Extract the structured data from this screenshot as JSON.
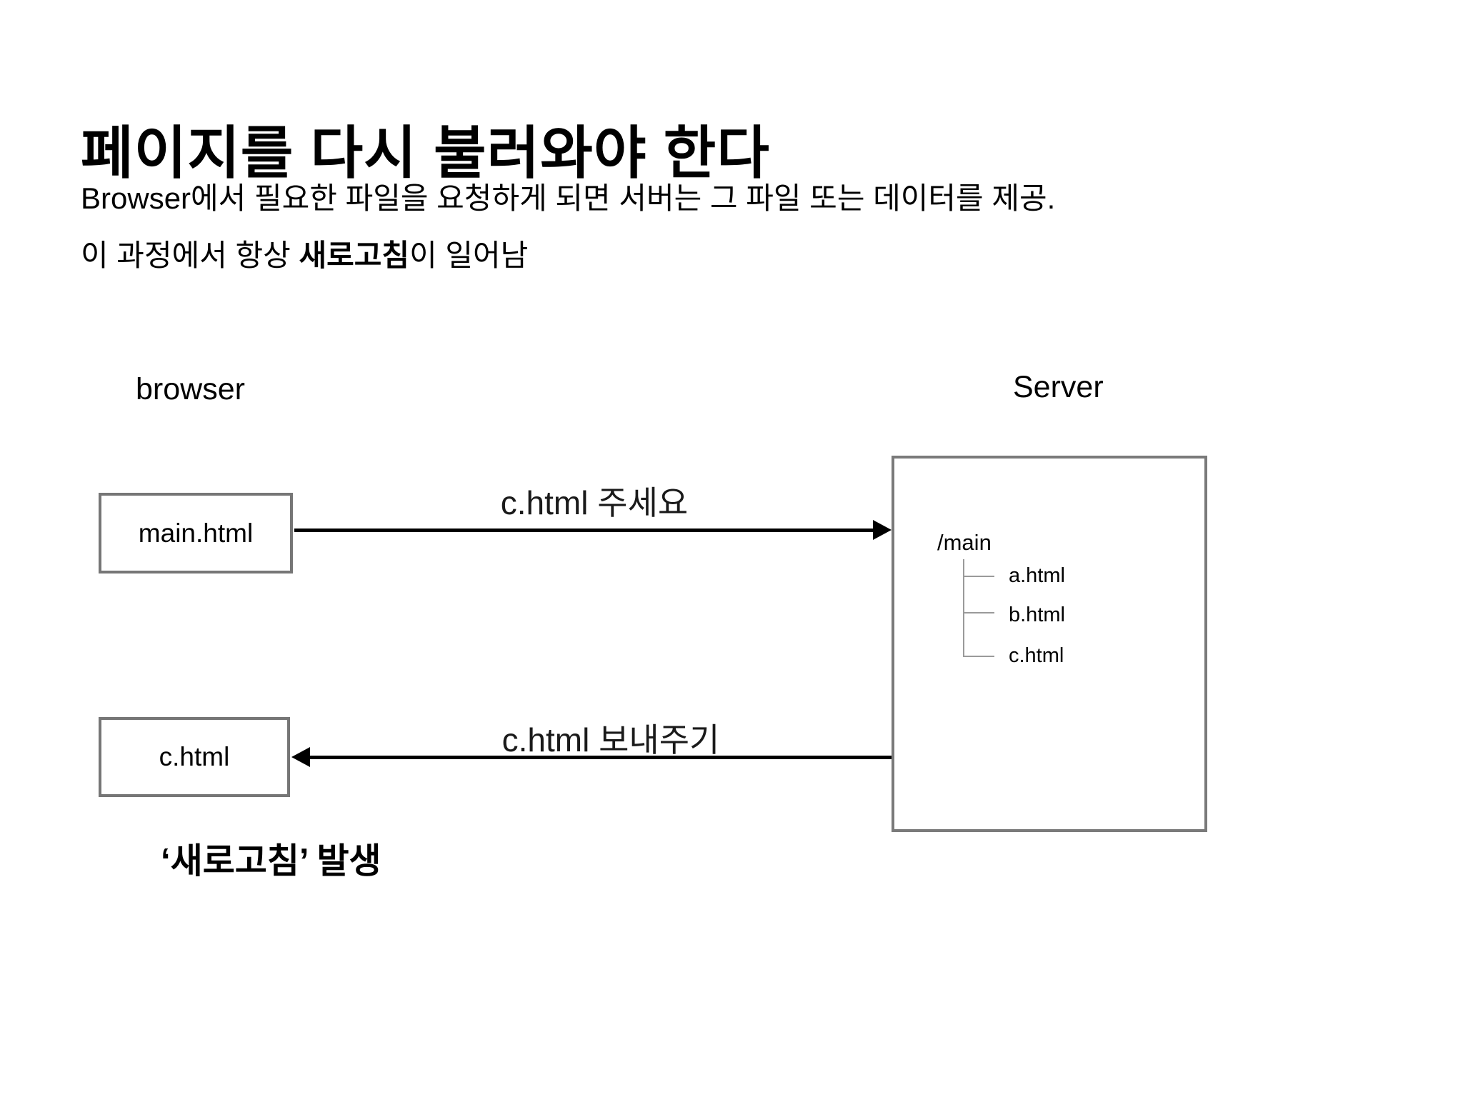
{
  "slide": {
    "title": "페이지를 다시 불러와야 한다",
    "description": {
      "line1": "Browser에서 필요한 파일을 요청하게 되면 서버는 그 파일 또는 데이터를 제공.",
      "line2_prefix": "이 과정에서 항상 ",
      "line2_bold": "새로고침",
      "line2_suffix": "이 일어남"
    },
    "footnote": "‘새로고침’ 발생"
  },
  "diagram": {
    "browser": {
      "label": "browser",
      "top_box_label": "main.html",
      "bottom_box_label": "c.html"
    },
    "server": {
      "label": "Server",
      "root_dir": "/main",
      "files": [
        "a.html",
        "b.html",
        "c.html"
      ]
    },
    "request_arrow": {
      "label": "c.html 주세요",
      "direction": "browser-to-server"
    },
    "response_arrow": {
      "label": "c.html 보내주기",
      "direction": "server-to-browser"
    },
    "colors": {
      "box_border": "#767676",
      "server_border": "#7a7a7a",
      "tree_line": "#9a9a9a",
      "arrow": "#000000",
      "text": "#000000"
    }
  }
}
